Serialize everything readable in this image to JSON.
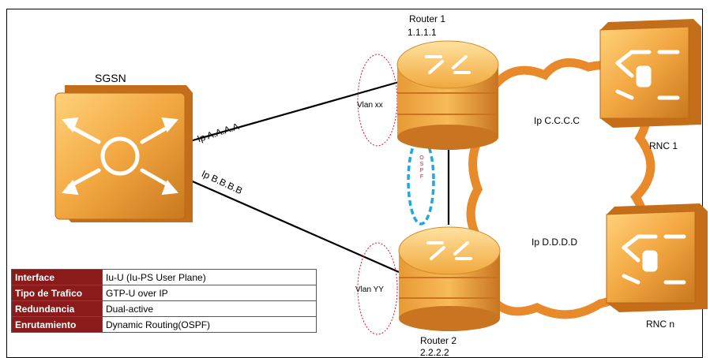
{
  "nodes": {
    "sgsn": {
      "label": "SGSN"
    },
    "router1": {
      "label": "Router 1",
      "ip": "1.1.1.1"
    },
    "router2": {
      "label": "Router 2",
      "ip": "2.2.2.2"
    },
    "rnc1": {
      "label": "RNC 1"
    },
    "rncn": {
      "label": "RNC n"
    }
  },
  "links": {
    "sgsn_r1": "Ip A.A.A.A",
    "sgsn_r2": "Ip B.B.B.B",
    "cloud_upper": "Ip C.C.C.C",
    "cloud_lower": "Ip D.D.D.D",
    "vlan_r1": "Vlan xx",
    "vlan_r2": "Vlan YY",
    "ospf": "OSPF"
  },
  "info_table": [
    {
      "key": "Interface",
      "value": "Iu-U (Iu-PS User Plane)"
    },
    {
      "key": "Tipo de Trafico",
      "value": "GTP-U over IP"
    },
    {
      "key": "Redundancia",
      "value": "Dual-active"
    },
    {
      "key": "Enrutamiento",
      "value": "Dynamic Routing(OSPF)"
    }
  ],
  "colors": {
    "device_orange": "#f2a640",
    "cloud_orange": "#e8892a",
    "table_header": "#8b1a1a",
    "vlan_ellipse": "#e0102a",
    "ospf_ellipse": "#1fa8e0"
  }
}
